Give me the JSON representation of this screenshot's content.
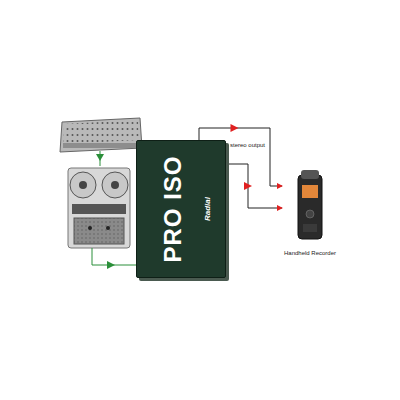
{
  "diagram": {
    "nodes": [
      {
        "text": [
          "PRO ISO",
          "Radial"
        ]
      },
      {
        "text": [
          "Handheld Recorder"
        ]
      }
    ],
    "edges": [
      {
        "from": 0,
        "to": 1,
        "arrow": "to"
      },
      {
        "from": 0,
        "to": 1,
        "arrow": "to"
      }
    ],
    "labels": [
      "stereo output"
    ]
  }
}
